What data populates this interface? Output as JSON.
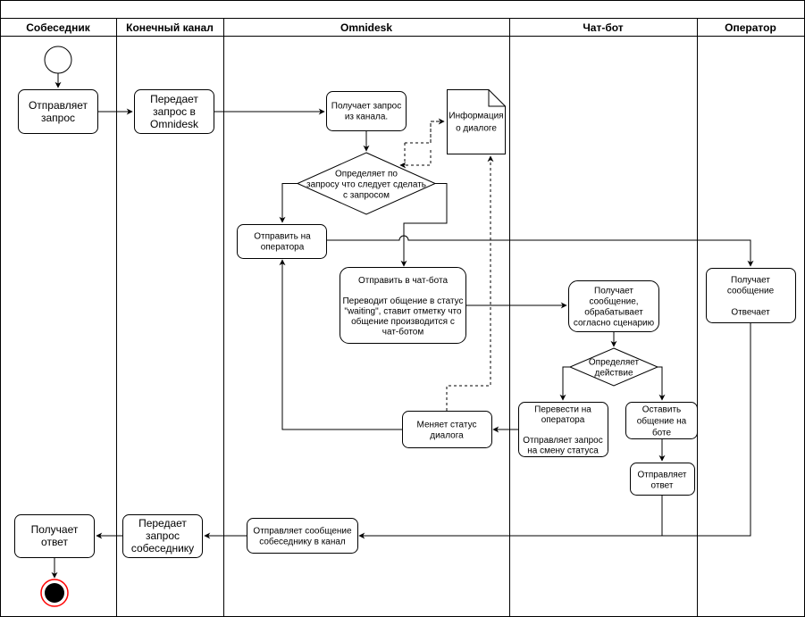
{
  "lanes": [
    {
      "label": "Собеседник"
    },
    {
      "label": "Конечный канал"
    },
    {
      "label": "Omnidesk"
    },
    {
      "label": "Чат-бот"
    },
    {
      "label": "Оператор"
    }
  ],
  "nodes": {
    "sends_request": {
      "lines": [
        "Отправляет",
        "запрос"
      ]
    },
    "passes_to_omnidesk": {
      "lines": [
        "Передает",
        "запрос в",
        "Omnidesk"
      ]
    },
    "gets_request": {
      "lines": [
        "Получает запрос",
        "из канала."
      ]
    },
    "dialog_info": {
      "lines": [
        "Информация",
        "о диалоге"
      ]
    },
    "decide_action": {
      "lines": [
        "Определяет по",
        "запросу что следует сделать",
        "с запросом"
      ]
    },
    "send_to_operator": {
      "lines": [
        "Отправить на",
        "оператора"
      ]
    },
    "send_to_bot": {
      "lines": [
        "Отправить в чат-бота",
        "",
        "Переводит общение в статус",
        "\"waiting\", ставит отметку что",
        "общение производится с",
        "чат-ботом"
      ]
    },
    "bot_receives": {
      "lines": [
        "Получает",
        "сообщение,",
        "обрабатывает",
        "согласно сценарию"
      ]
    },
    "bot_decides": {
      "lines": [
        "Определяет",
        "действие"
      ]
    },
    "transfer_operator": {
      "lines": [
        "Перевести на",
        "оператора",
        "",
        "Отправляет запрос",
        "на смену статуса"
      ]
    },
    "keep_on_bot": {
      "lines": [
        "Оставить",
        "общение на",
        "боте"
      ]
    },
    "bot_replies": {
      "lines": [
        "Отправляет",
        "ответ"
      ]
    },
    "change_status": {
      "lines": [
        "Меняет статус",
        "диалога"
      ]
    },
    "operator_receives": {
      "lines": [
        "Получает",
        "сообщение",
        "",
        "Отвечает"
      ]
    },
    "send_to_user": {
      "lines": [
        "Отправляет сообщение",
        "собеседнику в канал"
      ]
    },
    "passes_to_user": {
      "lines": [
        "Передает",
        "запрос",
        "собеседнику"
      ]
    },
    "gets_answer": {
      "lines": [
        "Получает",
        "ответ"
      ]
    }
  },
  "colors": {
    "stroke": "#000000",
    "end_ring": "#ff0000",
    "background": "#ffffff"
  }
}
